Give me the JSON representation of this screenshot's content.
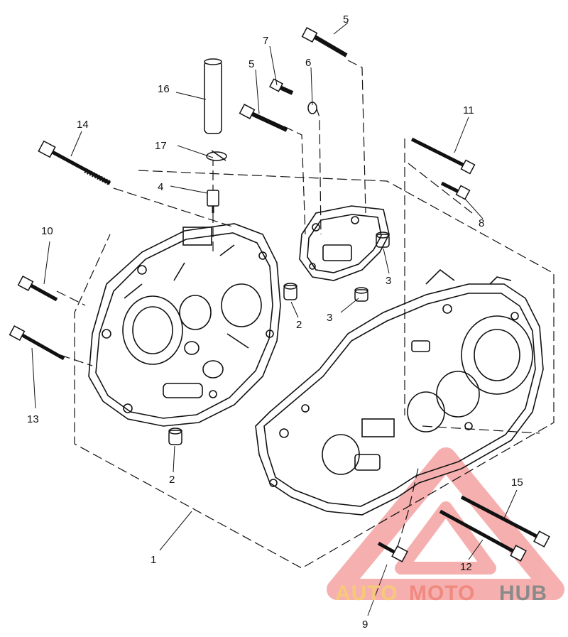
{
  "callouts": [
    "1",
    "2",
    "2",
    "3",
    "3",
    "4",
    "5",
    "5",
    "6",
    "7",
    "8",
    "9",
    "10",
    "11",
    "12",
    "13",
    "14",
    "15",
    "16",
    "17"
  ],
  "watermark": {
    "word1": "AUTO",
    "word2": "MOTO",
    "word3": "HUB",
    "color_auto": "#f6c97a",
    "color_moto": "#f08a80",
    "color_hub": "#8a8a8a",
    "triangle_color": "#ef6f6f"
  },
  "line_color": "#111111"
}
